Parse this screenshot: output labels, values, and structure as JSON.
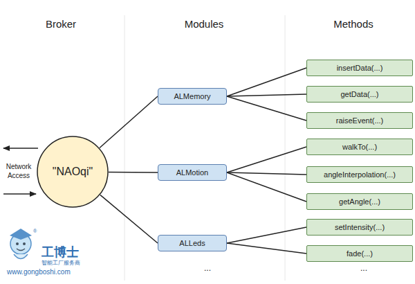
{
  "diagram": {
    "nodes": [
      {
        "text": [
          "\"NAOqi\""
        ]
      },
      {
        "text": [
          "ALMemory"
        ]
      },
      {
        "text": [
          "ALMotion"
        ]
      },
      {
        "text": [
          "ALLeds"
        ]
      },
      {
        "text": [
          "insertData(...)"
        ]
      },
      {
        "text": [
          "getData(...)"
        ]
      },
      {
        "text": [
          "raiseEvent(...)"
        ]
      },
      {
        "text": [
          "walkTo(...)"
        ]
      },
      {
        "text": [
          "angleInterpolation(...)"
        ]
      },
      {
        "text": [
          "getAngle(...)"
        ]
      },
      {
        "text": [
          "setIntensity(...)"
        ]
      },
      {
        "text": [
          "fade(...)"
        ]
      }
    ],
    "edges": [
      {
        "from": 0,
        "to": 1,
        "arrow": "none"
      },
      {
        "from": 0,
        "to": 2,
        "arrow": "none"
      },
      {
        "from": 0,
        "to": 3,
        "arrow": "none"
      },
      {
        "from": 1,
        "to": 4,
        "arrow": "none"
      },
      {
        "from": 1,
        "to": 5,
        "arrow": "none"
      },
      {
        "from": 1,
        "to": 6,
        "arrow": "none"
      },
      {
        "from": 2,
        "to": 7,
        "arrow": "none"
      },
      {
        "from": 2,
        "to": 8,
        "arrow": "none"
      },
      {
        "from": 2,
        "to": 9,
        "arrow": "none"
      },
      {
        "from": 3,
        "to": 10,
        "arrow": "none"
      },
      {
        "from": 3,
        "to": 11,
        "arrow": "none"
      }
    ],
    "labels": [
      "Broker",
      "Modules",
      "Methods",
      "Network Access",
      "...",
      "...",
      "工博士",
      "智能工厂服务商",
      "www.gongboshi.com",
      "®"
    ]
  }
}
